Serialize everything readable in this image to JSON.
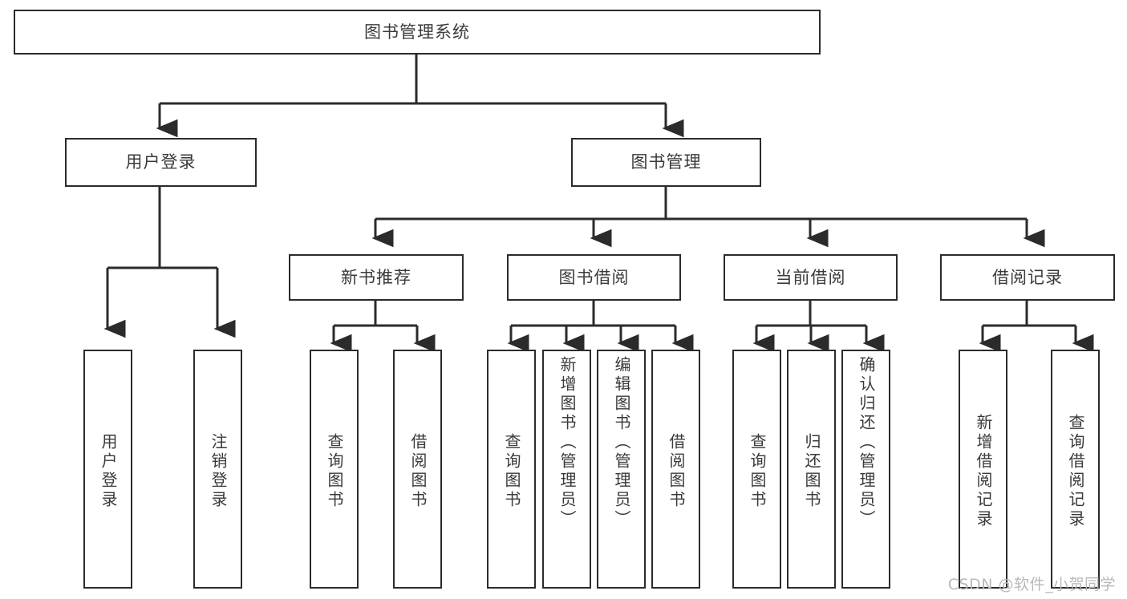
{
  "diagram": {
    "type": "tree-hierarchy",
    "title": "图书管理系统",
    "root": {
      "label": "图书管理系统"
    },
    "level2": [
      {
        "label": "用户登录"
      },
      {
        "label": "图书管理"
      }
    ],
    "level3": [
      {
        "label": "新书推荐"
      },
      {
        "label": "图书借阅"
      },
      {
        "label": "当前借阅"
      },
      {
        "label": "借阅记录"
      }
    ],
    "leaves": {
      "user_login": [
        {
          "label": "用户登录"
        },
        {
          "label": "注销登录"
        }
      ],
      "new_book_recommend": [
        {
          "label": "查询图书"
        },
        {
          "label": "借阅图书"
        }
      ],
      "book_borrow": [
        {
          "label": "查询图书"
        },
        {
          "label": "新增图书（管理员）"
        },
        {
          "label": "编辑图书（管理员）"
        },
        {
          "label": "借阅图书"
        }
      ],
      "current_borrow": [
        {
          "label": "查询图书"
        },
        {
          "label": "归还图书"
        },
        {
          "label": "确认归还（管理员）"
        }
      ],
      "borrow_record": [
        {
          "label": "新增借阅记录"
        },
        {
          "label": "查询借阅记录"
        }
      ]
    },
    "watermark": "CSDN @软件_小贺同学",
    "colors": {
      "background": "#ffffff",
      "box_border": "#2b2b2b",
      "box_fill": "#ffffff",
      "text": "#3a3a3a",
      "connector": "#2b2b2b",
      "watermark": "#b9b9b9"
    }
  }
}
